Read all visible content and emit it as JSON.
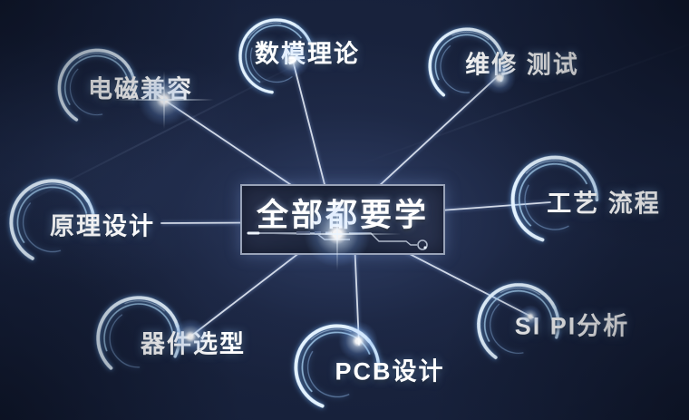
{
  "center": {
    "label": "全部都要学"
  },
  "nodes": [
    {
      "id": "emc",
      "label": "电磁兼容"
    },
    {
      "id": "digital-analog-theory",
      "label": "数模理论"
    },
    {
      "id": "maintenance-test",
      "label": "维修 测试"
    },
    {
      "id": "principle-design",
      "label": "原理设计"
    },
    {
      "id": "process-flow",
      "label": "工艺 流程"
    },
    {
      "id": "component-selection",
      "label": "器件选型"
    },
    {
      "id": "pcb-design",
      "label": "PCB设计"
    },
    {
      "id": "si-pi-analysis",
      "label": "SI PI分析"
    }
  ],
  "colors": {
    "background": "#141d33",
    "vignette": "#0a101f",
    "ring_bright": "#dcefff",
    "ring_mid": "#9fcdf2",
    "connector": "#e8eef8",
    "center_box_border": "#99a3b8",
    "center_box_fill": "#232c45",
    "label_text": "#ffffff"
  }
}
